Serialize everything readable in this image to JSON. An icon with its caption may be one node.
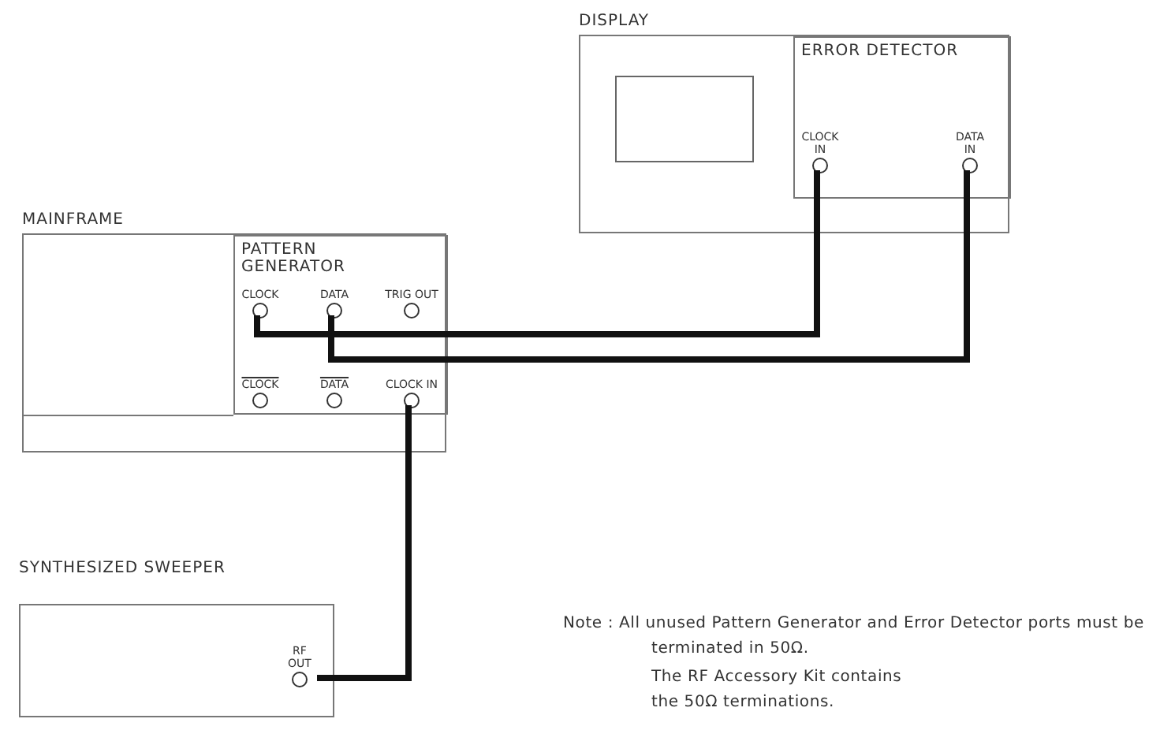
{
  "diagram": {
    "nodes": [
      {
        "text": [
          "DISPLAY"
        ]
      },
      {
        "text": [],
        "shape": "box",
        "in": 0
      },
      {
        "text": [
          "ERROR DETECTOR"
        ],
        "in": 0
      },
      {
        "text": [
          "CLOCK IN"
        ],
        "in": 2
      },
      {
        "text": [
          "DATA IN"
        ],
        "in": 2
      },
      {
        "text": [
          "MAINFRAME"
        ]
      },
      {
        "text": [
          "PATTERN GENERATOR"
        ],
        "in": 5
      },
      {
        "text": [
          "CLOCK"
        ],
        "in": 6
      },
      {
        "text": [
          "DATA"
        ],
        "in": 6
      },
      {
        "text": [
          "TRIG OUT"
        ],
        "in": 6
      },
      {
        "text": [
          "CLOCK"
        ],
        "in": 6
      },
      {
        "text": [
          "DATA"
        ],
        "in": 6
      },
      {
        "text": [
          "CLOCK IN"
        ],
        "in": 6
      },
      {
        "text": [
          "SYNTHESIZED SWEEPER"
        ]
      },
      {
        "text": [
          "RF OUT"
        ],
        "in": 13
      }
    ],
    "edges": [
      {
        "from": 7,
        "to": 3,
        "arrow": "none"
      },
      {
        "from": 8,
        "to": 4,
        "arrow": "none"
      },
      {
        "from": 14,
        "to": 12,
        "arrow": "none"
      }
    ],
    "labels": [
      "Note : All unused Pattern Generator and Error Detector ports must be terminated in 50Ω.",
      "The RF Accessory Kit contains the 50Ω terminations."
    ]
  }
}
